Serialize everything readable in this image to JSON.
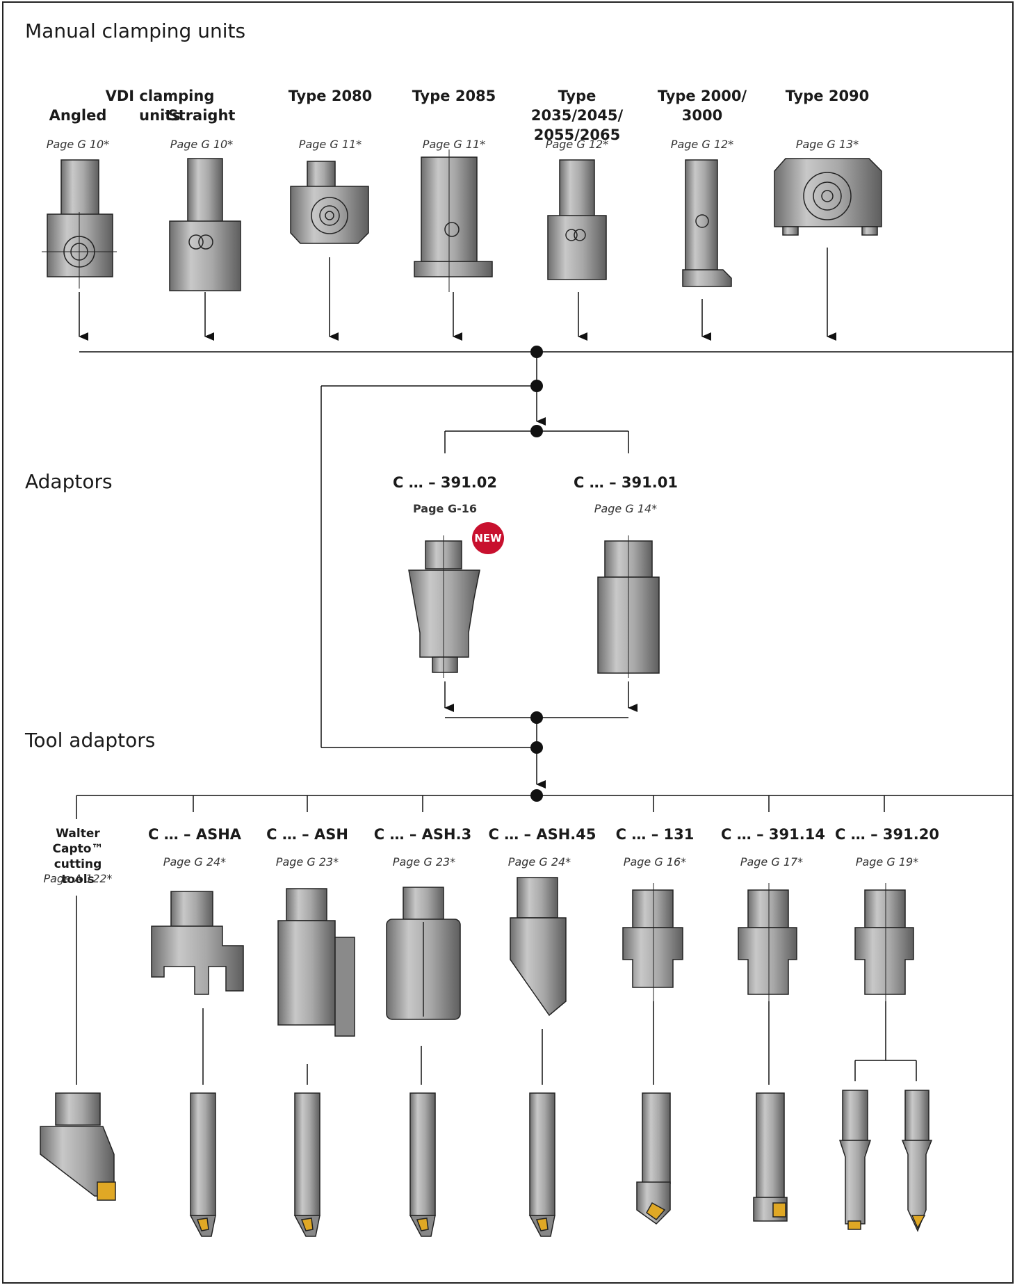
{
  "sections": {
    "manual": "Manual clamping units",
    "adaptors": "Adaptors",
    "tool_adaptors": "Tool adaptors"
  },
  "manual_units": {
    "group": "VDI clamping units",
    "items": [
      {
        "label": "Angled",
        "page": "Page G 10*"
      },
      {
        "label": "Straight",
        "page": "Page G 10*"
      },
      {
        "label": "Type 2080",
        "page": "Page G 11*"
      },
      {
        "label": "Type 2085",
        "page": "Page G 11*"
      },
      {
        "label": "Type 2035/2045/\n2055/2065",
        "page": "Page G 12*"
      },
      {
        "label": "Type 2000/\n3000",
        "page": "Page G 12*"
      },
      {
        "label": "Type 2090",
        "page": "Page G 13*"
      }
    ]
  },
  "adaptors": [
    {
      "label": "C … – 391.02",
      "page": "Page G-16",
      "badge": "NEW"
    },
    {
      "label": "C … – 391.01",
      "page": "Page G 14*"
    }
  ],
  "tool_adaptors": [
    {
      "label": "Walter\nCapto™\ncutting tools",
      "page": "Page A 122*"
    },
    {
      "label": "C … – ASHA",
      "page": "Page G 24*"
    },
    {
      "label": "C … – ASH",
      "page": "Page G 23*"
    },
    {
      "label": "C … – ASH.3",
      "page": "Page G 23*"
    },
    {
      "label": "C … – ASH.45",
      "page": "Page G 24*"
    },
    {
      "label": "C … – 131",
      "page": "Page G 16*"
    },
    {
      "label": "C … – 391.14",
      "page": "Page G 17*"
    },
    {
      "label": "C … – 391.20",
      "page": "Page G 19*"
    }
  ],
  "colors": {
    "line": "#1a1a1a",
    "metal": "#9a9a9a",
    "badge": "#c8102e",
    "insert": "#e0a825"
  }
}
